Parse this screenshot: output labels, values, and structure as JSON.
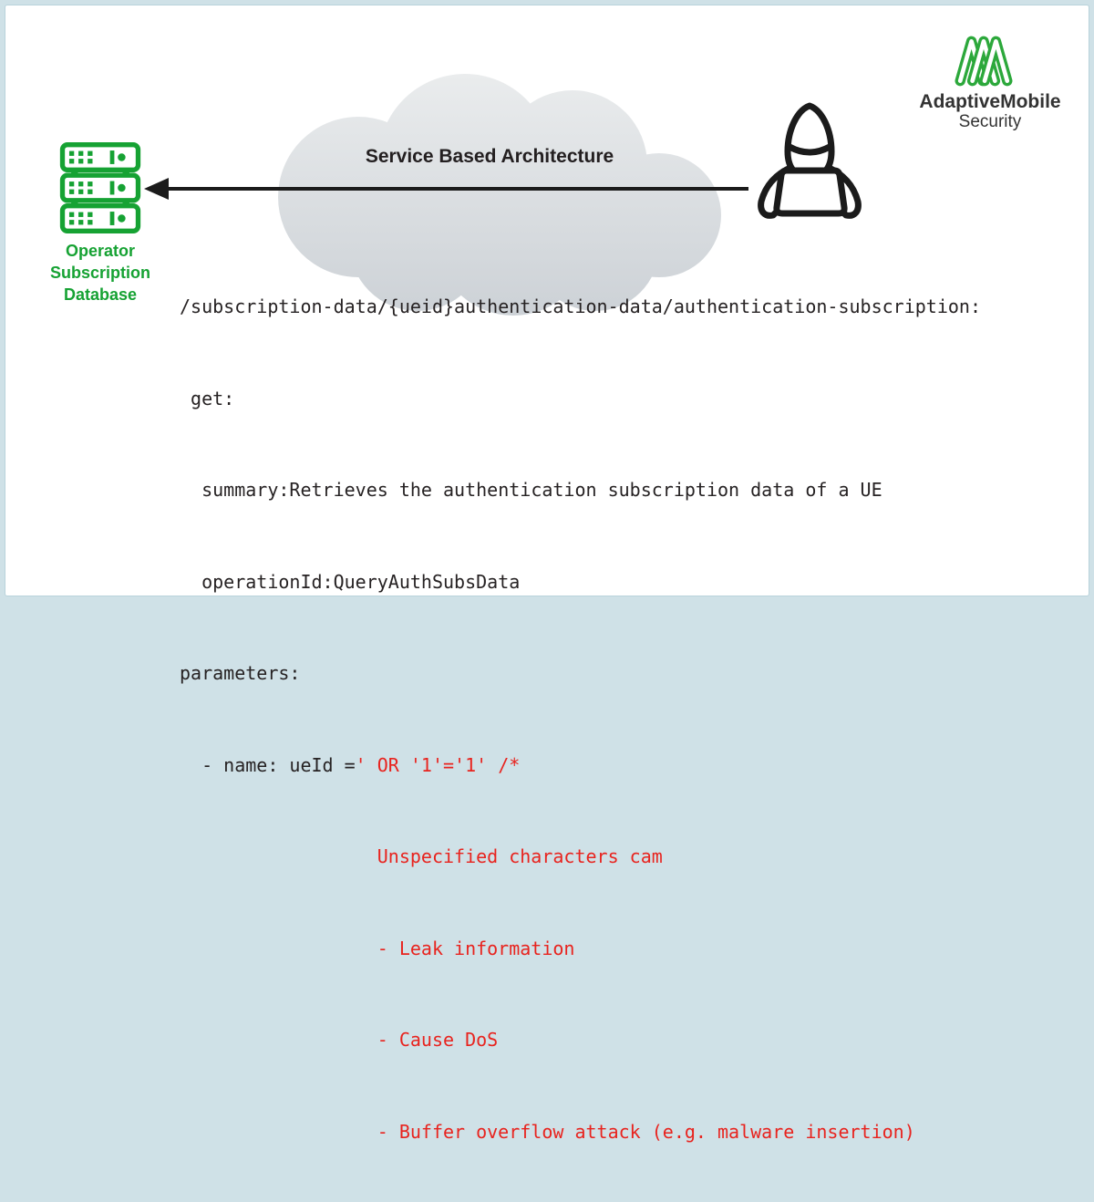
{
  "colors": {
    "frame": "#cfe1e7",
    "frame_border": "#b9d3db",
    "ink": "#231f20",
    "code_ink": "#262223",
    "alert_red": "#e8231e",
    "db_green": "#16a233",
    "logo_green": "#2ca83b",
    "text_dark": "#333333",
    "cloud_light": "#eaecee",
    "cloud_dark": "#ccd1d6",
    "arrow_black": "#1b1b1b"
  },
  "database": {
    "icon": "server-stack-icon",
    "label_lines": [
      "Operator",
      "Subscription",
      "Database"
    ]
  },
  "cloud": {
    "title": "Service Based Architecture"
  },
  "attacker": {
    "icon": "hacker-with-laptop-icon"
  },
  "logo": {
    "mark": "adaptivemobile-triple-peak-mark",
    "brand": "AdaptiveMobile",
    "division": "Security"
  },
  "code": {
    "line1": "/subscription-data/{ueid}authentication-data/authentication-subscription:",
    "line2": " get:",
    "line3": "  summary:Retrieves the authentication subscription data of a UE",
    "line4": "  operationId:QueryAuthSubsData",
    "line5": "parameters:",
    "line6_normal": "  - name: ueId =",
    "line6_injection": "' OR '1'='1' /*",
    "annotation_lines": [
      "Unspecified characters cam",
      "- Leak information",
      "- Cause DoS",
      "- Buffer overflow attack (e.g. malware insertion)"
    ]
  }
}
